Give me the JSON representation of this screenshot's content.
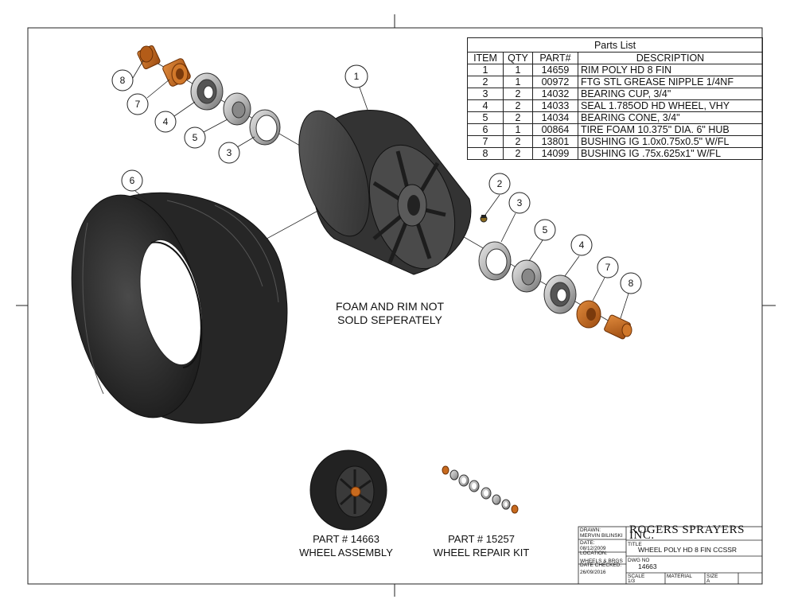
{
  "parts_list": {
    "title": "Parts List",
    "headers": [
      "ITEM",
      "QTY",
      "PART#",
      "DESCRIPTION"
    ],
    "rows": [
      [
        "1",
        "1",
        "14659",
        "RIM POLY HD 8 FIN"
      ],
      [
        "2",
        "1",
        "00972",
        "FTG STL GREASE NIPPLE 1/4NF"
      ],
      [
        "3",
        "2",
        "14032",
        "BEARING CUP, 3/4\""
      ],
      [
        "4",
        "2",
        "14033",
        "SEAL 1.785OD HD WHEEL, VHY"
      ],
      [
        "5",
        "2",
        "14034",
        "BEARING CONE, 3/4\""
      ],
      [
        "6",
        "1",
        "00864",
        "TIRE FOAM 10.375\" DIA. 6\" HUB"
      ],
      [
        "7",
        "2",
        "13801",
        "BUSHING IG 1.0x0.75x0.5\" W/FL"
      ],
      [
        "8",
        "2",
        "14099",
        "BUSHING IG .75x.625x1\" W/FL"
      ]
    ]
  },
  "balloons": {
    "b1": "1",
    "b2": "2",
    "b3a": "3",
    "b3b": "3",
    "b4a": "4",
    "b4b": "4",
    "b5a": "5",
    "b5b": "5",
    "b6": "6",
    "b7a": "7",
    "b7b": "7",
    "b8a": "8",
    "b8b": "8"
  },
  "notes": {
    "foam_line1": "FOAM AND RIM NOT",
    "foam_line2": "SOLD SEPERATELY",
    "wheel_part": "PART # 14663",
    "wheel_name": "WHEEL ASSEMBLY",
    "kit_part": "PART # 15257",
    "kit_name": "WHEEL REPAIR KIT"
  },
  "title_block": {
    "drawn_label": "DRAWN:",
    "drawn_by": "MERVIN BILINSKI",
    "date_label": "DATE:",
    "date": "08/12/2009",
    "location_label": "LOCATION:",
    "location": "WHEELS & BRGS",
    "checked_label": "DATE CHECKED:",
    "checked": "26/09/2016",
    "company": "ROGERS SPRAYERS INC.",
    "title_label": "TITLE",
    "title": "WHEEL POLY HD 8 FIN CCSSR",
    "dwg_label": "DWG NO",
    "dwg_no": "14663",
    "scale_label": "SCALE",
    "scale": "1/3",
    "material_label": "MATERIAL",
    "size_label": "SIZE",
    "size": "A"
  },
  "colors": {
    "rubber": "#2b2b2b",
    "rim": "#3e3e3e",
    "steel": "#b9b9b9",
    "bronze": "#c86a1e"
  }
}
